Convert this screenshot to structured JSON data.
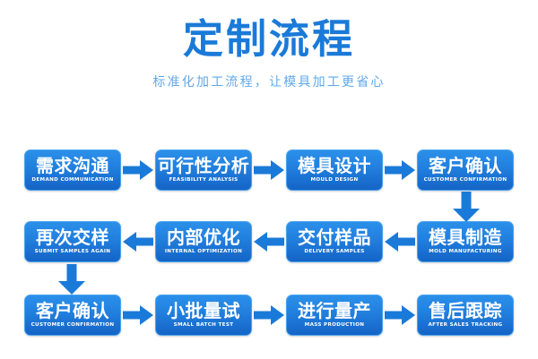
{
  "header": {
    "title": "定制流程",
    "subtitle": "标准化加工流程，让模具加工更省心"
  },
  "colors": {
    "title": "#1a7ad9",
    "subtitle": "#62a8e8",
    "box_top": "#2b90ea",
    "box_bottom": "#1464c6",
    "box_border": "#4ba3ef",
    "arrow": "#1a7ad9",
    "box_text": "#ffffff",
    "background": "#ffffff"
  },
  "flow": {
    "rows": [
      {
        "direction": "left-to-right",
        "steps": [
          {
            "cn": "需求沟通",
            "en": "DEMAND COMMUNICATION"
          },
          {
            "cn": "可行性分析",
            "en": "FEASIBILITY ANALYSIS"
          },
          {
            "cn": "模具设计",
            "en": "MOULD DESIGN"
          },
          {
            "cn": "客户确认",
            "en": "CUSTOMER CONFIRMATION"
          }
        ]
      },
      {
        "direction": "right-to-left",
        "steps": [
          {
            "cn": "再次交样",
            "en": "SUBMIT SAMPLES AGAIN"
          },
          {
            "cn": "内部优化",
            "en": "INTERNAL OPTIMIZATION"
          },
          {
            "cn": "交付样品",
            "en": "DELIVERY SAMPLES"
          },
          {
            "cn": "模具制造",
            "en": "MOLD MANUFACTURING"
          }
        ]
      },
      {
        "direction": "left-to-right",
        "steps": [
          {
            "cn": "客户确认",
            "en": "CUSTOMER CONFIRMATION"
          },
          {
            "cn": "小批量试",
            "en": "SMALL BATCH TEST"
          },
          {
            "cn": "进行量产",
            "en": "MASS PRODUCTION"
          },
          {
            "cn": "售后跟踪",
            "en": "AFTER SALES TRACKING"
          }
        ]
      }
    ],
    "connectors": [
      {
        "name": "row1-to-row2",
        "icon": "arrow-down-icon",
        "side": "right"
      },
      {
        "name": "row2-to-row3",
        "icon": "arrow-down-icon",
        "side": "left"
      }
    ]
  }
}
